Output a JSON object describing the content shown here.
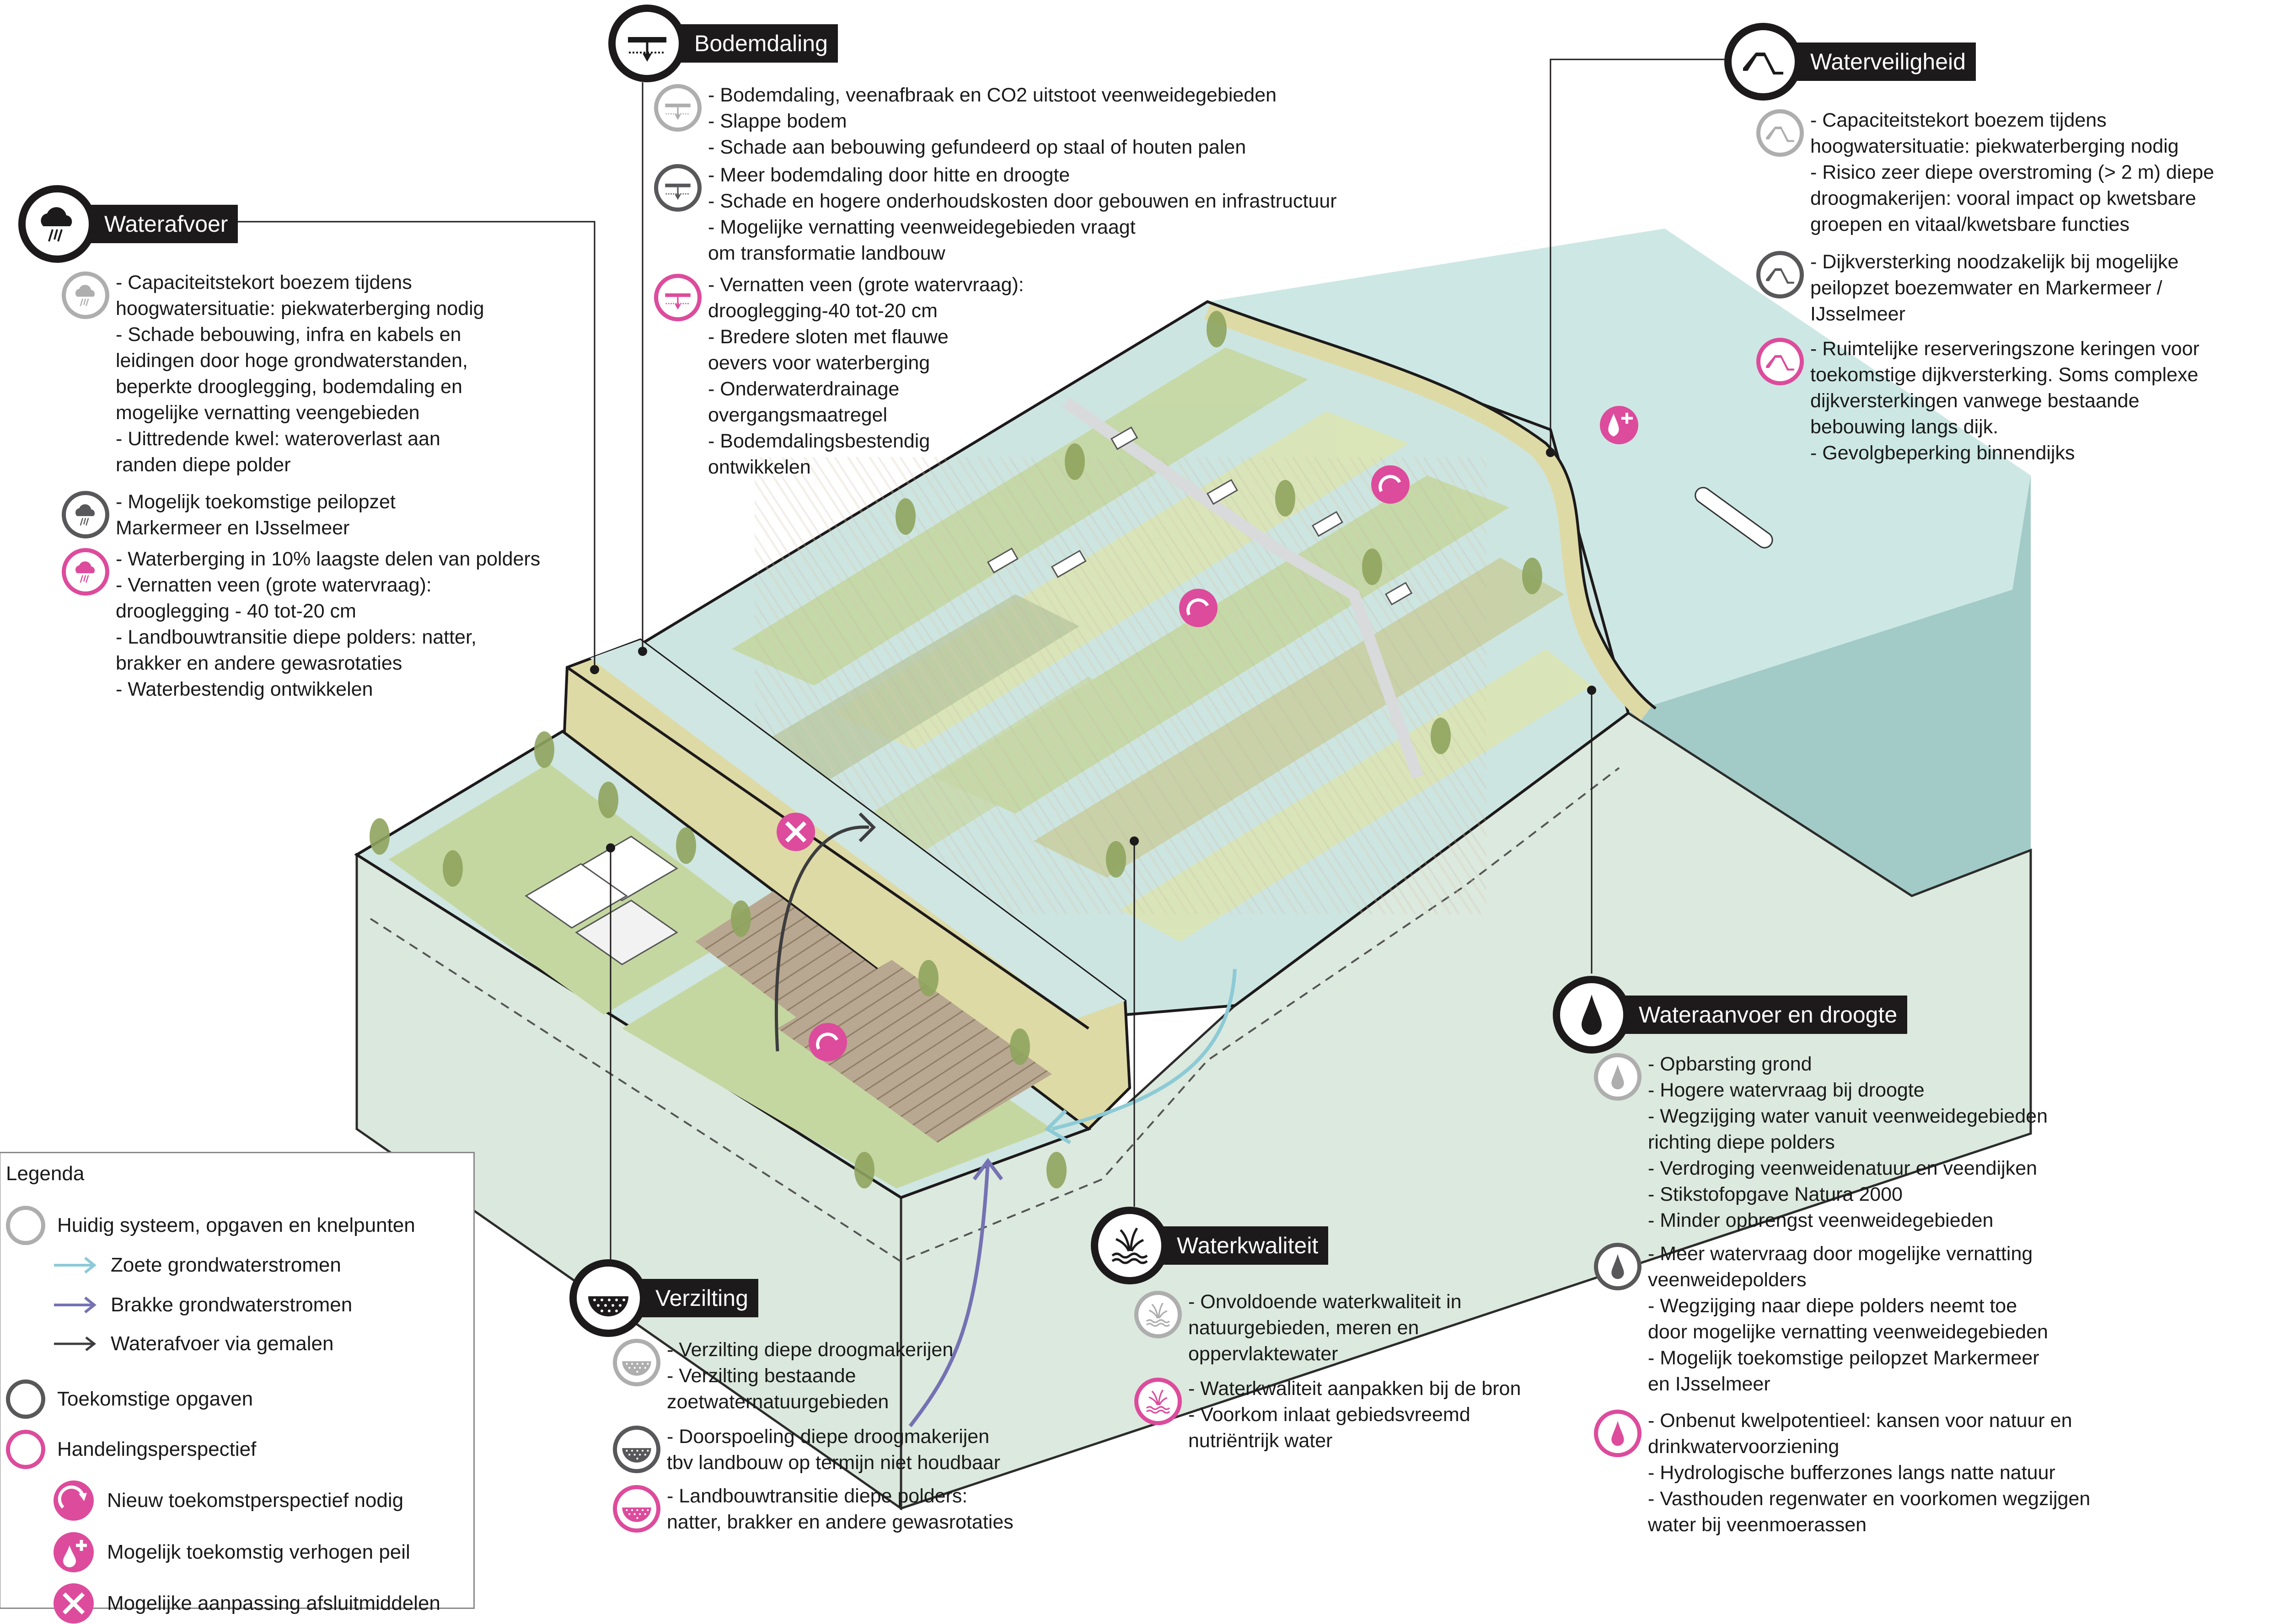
{
  "colors": {
    "current": "#aeaeae",
    "future": "#58585a",
    "action": "#dd4b9c",
    "header_bg": "#1d1a1b",
    "water": "#cde8e4",
    "water_side": "#a2cbc7",
    "ground_side": "#dce9de",
    "dike": "#dedaa6",
    "meadow": "#c5d7a1",
    "meadow_light": "#dbe6b4",
    "fresh_groundwater_arrow": "#8ccad6",
    "brackish_groundwater_arrow": "#7472b3",
    "pumping_arrow": "#3d3d3f"
  },
  "sections": {
    "waterafvoer": {
      "title": "Waterafvoer",
      "icon": "rain-cloud-icon",
      "items": [
        {
          "level": "current",
          "lines": [
            "- Capaciteitstekort boezem tijdens",
            "hoogwatersituatie: piekwaterberging nodig",
            "- Schade bebouwing, infra en kabels en",
            "leidingen door hoge grondwaterstanden,",
            "beperkte drooglegging, bodemdaling en",
            "mogelijke vernatting veengebieden",
            "- Uittredende kwel: wateroverlast aan",
            "randen diepe polder"
          ]
        },
        {
          "level": "future",
          "lines": [
            "- Mogelijk toekomstige peilopzet",
            "Markermeer en IJsselmeer"
          ]
        },
        {
          "level": "action",
          "lines": [
            "- Waterberging in 10% laagste delen van polders",
            "- Vernatten veen (grote watervraag):",
            "drooglegging - 40 tot-20 cm",
            "- Landbouwtransitie diepe polders: natter,",
            "brakker en andere gewasrotaties",
            "- Waterbestendig ontwikkelen"
          ]
        }
      ]
    },
    "bodemdaling": {
      "title": "Bodemdaling",
      "icon": "subsidence-arrow-icon",
      "items": [
        {
          "level": "current",
          "lines": [
            "- Bodemdaling, veenafbraak en CO2 uitstoot veenweidegebieden",
            "- Slappe bodem",
            "- Schade aan bebouwing gefundeerd op staal of houten palen"
          ]
        },
        {
          "level": "future",
          "lines": [
            "- Meer bodemdaling door hitte en droogte",
            "- Schade en hogere onderhoudskosten door gebouwen en infrastructuur",
            "- Mogelijke vernatting veenweidegebieden vraagt",
            "om transformatie landbouw"
          ]
        },
        {
          "level": "action",
          "lines": [
            "- Vernatten veen (grote watervraag):",
            "drooglegging-40 tot-20 cm",
            "- Bredere sloten met flauwe",
            "oevers voor waterberging",
            "- Onderwaterdrainage",
            "overgangsmaatregel",
            "- Bodemdalingsbestendig",
            "ontwikkelen"
          ]
        }
      ]
    },
    "waterveiligheid": {
      "title": "Waterveiligheid",
      "icon": "dike-profile-icon",
      "items": [
        {
          "level": "current",
          "lines": [
            "- Capaciteitstekort boezem tijdens",
            "hoogwatersituatie: piekwaterberging nodig",
            "- Risico zeer diepe overstroming (> 2 m) diepe",
            "droogmakerijen: vooral impact op kwetsbare",
            "groepen en vitaal/kwetsbare functies"
          ]
        },
        {
          "level": "future",
          "lines": [
            "- Dijkversterking noodzakelijk bij mogelijke",
            "peilopzet boezemwater en Markermeer /",
            "IJsselmeer"
          ]
        },
        {
          "level": "action",
          "lines": [
            "- Ruimtelijke reserveringszone keringen voor",
            "toekomstige dijkversterking. Soms complexe",
            "dijkversterkingen vanwege bestaande",
            "bebouwing langs dijk.",
            "- Gevolgbeperking binnendijks"
          ]
        }
      ]
    },
    "wateraanvoer": {
      "title": "Wateraanvoer en droogte",
      "icon": "water-drop-icon",
      "items": [
        {
          "level": "current",
          "lines": [
            "- Opbarsting grond",
            "- Hogere watervraag bij droogte",
            "- Wegzijging water vanuit veenweidegebieden",
            "richting diepe polders",
            "- Verdroging veenweidenatuur en veendijken",
            "- Stikstofopgave Natura 2000",
            "- Minder opbrengst veenweidegebieden"
          ]
        },
        {
          "level": "future",
          "lines": [
            "- Meer watervraag door mogelijke vernatting",
            "veenweidepolders",
            "- Wegzijging naar diepe polders neemt toe",
            "door mogelijke vernatting veenweidegebieden",
            "- Mogelijk toekomstige peilopzet Markermeer",
            "en IJsselmeer"
          ]
        },
        {
          "level": "action",
          "lines": [
            "- Onbenut kwelpotentieel: kansen voor natuur en",
            "drinkwatervoorziening",
            "- Hydrologische bufferzones langs natte natuur",
            "- Vasthouden regenwater en voorkomen wegzijgen",
            "water bij veenmoerassen"
          ]
        }
      ]
    },
    "waterkwaliteit": {
      "title": "Waterkwaliteit",
      "icon": "reed-water-icon",
      "items": [
        {
          "level": "current",
          "lines": [
            "- Onvoldoende waterkwaliteit in",
            "natuurgebieden, meren en",
            "oppervlaktewater"
          ]
        },
        {
          "level": "action",
          "lines": [
            "- Waterkwaliteit aanpakken bij de bron",
            "- Voorkom inlaat gebiedsvreemd",
            "nutriëntrijk water"
          ]
        }
      ]
    },
    "verzilting": {
      "title": "Verzilting",
      "icon": "salt-basin-icon",
      "items": [
        {
          "level": "current",
          "lines": [
            "- Verzilting diepe droogmakerijen",
            "- Verzilting bestaande",
            "zoetwaternatuurgebieden"
          ]
        },
        {
          "level": "future",
          "lines": [
            "- Doorspoeling diepe droogmakerijen",
            "tbv landbouw op termijn niet houdbaar"
          ]
        },
        {
          "level": "action",
          "lines": [
            "- Landbouwtransitie diepe polders:",
            "natter, brakker en andere gewasrotaties"
          ]
        }
      ]
    }
  },
  "legend": {
    "title": "Legenda",
    "rows": [
      {
        "kind": "ring",
        "level": "current",
        "label": "Huidig systeem, opgaven en knelpunten"
      },
      {
        "kind": "arrow",
        "color_key": "fresh_groundwater_arrow",
        "label": "Zoete grondwaterstromen"
      },
      {
        "kind": "arrow",
        "color_key": "brackish_groundwater_arrow",
        "label": "Brakke grondwaterstromen"
      },
      {
        "kind": "arrow",
        "color_key": "pumping_arrow",
        "label": "Waterafvoer via gemalen"
      },
      {
        "kind": "ring",
        "level": "future",
        "label": "Toekomstige opgaven"
      },
      {
        "kind": "ring",
        "level": "action",
        "label": "Handelingsperspectief"
      },
      {
        "kind": "badge",
        "icon": "rotate-arrow-icon",
        "label": "Nieuw toekomstperspectief nodig"
      },
      {
        "kind": "badge",
        "icon": "drop-plus-icon",
        "label": "Mogelijk toekomstig verhogen peil"
      },
      {
        "kind": "badge",
        "icon": "cross-icon",
        "label": "Mogelijke aanpassing afsluitmiddelen"
      }
    ]
  }
}
